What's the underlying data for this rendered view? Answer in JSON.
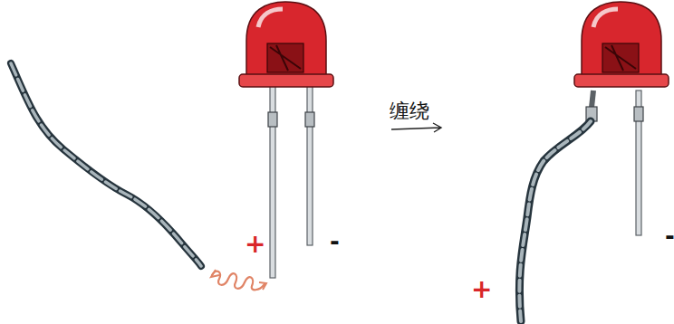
{
  "diagram": {
    "labels": [
      "+",
      "-",
      "缠绕",
      "+",
      "-"
    ]
  }
}
